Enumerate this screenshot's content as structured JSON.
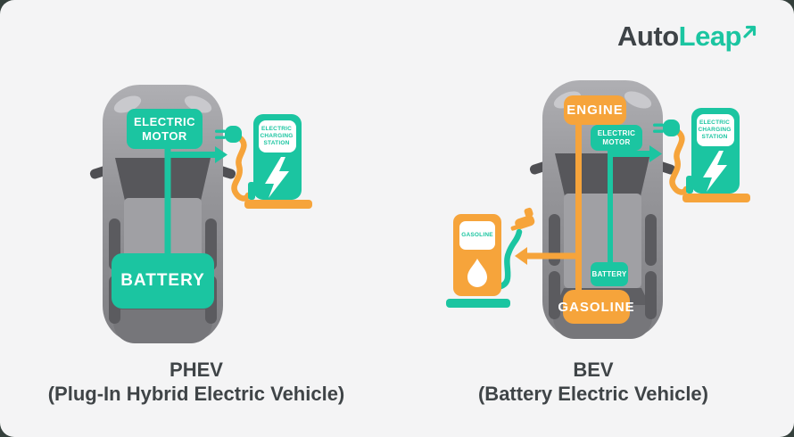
{
  "logo": {
    "auto": "Auto",
    "leap": "Leap",
    "arrow_icon": "arrow-up-right"
  },
  "colors": {
    "teal": "#1BC5A1",
    "orange": "#F6A43B",
    "text_dark": "#3F4447",
    "card_background": "#F4F4F5",
    "car_gray": "#97979B"
  },
  "phev": {
    "motor_label": "ELECTRIC MOTOR",
    "battery_label": "BATTERY",
    "station_label": "ELECTRIC CHARGING STATION",
    "title": "PHEV",
    "subtitle": "(Plug-In Hybrid Electric Vehicle)"
  },
  "bev": {
    "engine_label": "ENGINE",
    "motor_label": "ELECTRIC MOTOR",
    "battery_label": "BATTERY",
    "gasoline_label": "GASOLINE",
    "pump_label": "GASOLINE",
    "station_label": "ELECTRIC CHARGING STATION",
    "title": "BEV",
    "subtitle": "(Battery Electric Vehicle)"
  }
}
